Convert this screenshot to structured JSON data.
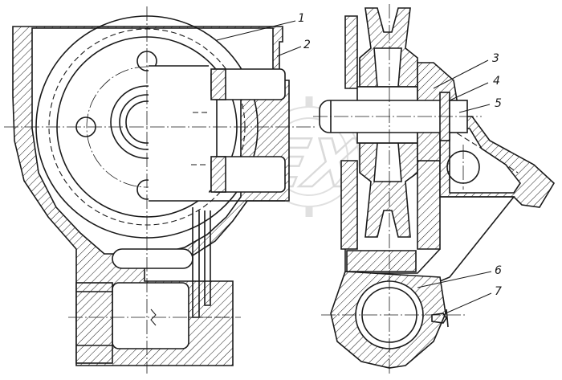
{
  "drawing": {
    "callouts": [
      {
        "id": "1",
        "label": "1"
      },
      {
        "id": "2",
        "label": "2"
      },
      {
        "id": "3",
        "label": "3"
      },
      {
        "id": "4",
        "label": "4"
      },
      {
        "id": "5",
        "label": "5"
      },
      {
        "id": "6",
        "label": "6"
      },
      {
        "id": "7",
        "label": "7"
      }
    ],
    "watermark": {
      "text": "ОРЕХ",
      "color": "#c8c8c8"
    }
  }
}
